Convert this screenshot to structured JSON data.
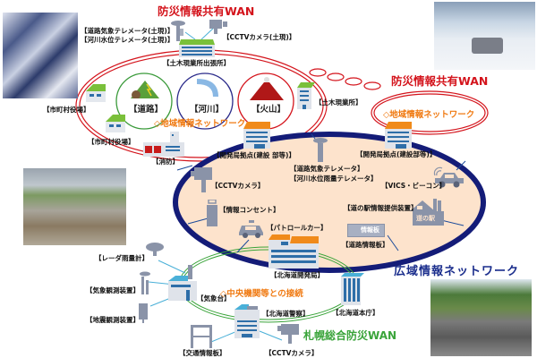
{
  "titles": {
    "wan_top": "防災情報共有WAN",
    "wan_right": "防災情報共有WAN",
    "regional_left": "◇地域情報ネットワーク",
    "regional_right": "◇地域情報ネットワーク",
    "wide_area": "広域情報ネットワーク",
    "central": "◇中央機関等との接続",
    "sapporo": "札幌総合防災WAN"
  },
  "categories": {
    "road": "【道路】",
    "river": "【河川】",
    "volcano": "【火山】"
  },
  "labels": {
    "road_weather_telemeter_top": "【道路気象テレメータ(土現)】",
    "river_level_telemeter_top": "【河川水位テレメータ(土現)】",
    "cctv_top": "【CCTVカメラ(土現)】",
    "civil_branch": "【土木現業所出張所】",
    "civil_office": "【土木現業所】",
    "municipal_1": "【市町村役場】",
    "municipal_2": "【市町村役場】",
    "fire": "【消防】",
    "dev_base_left": "【開発局拠点(建設 部等)】",
    "dev_base_right": "【開発局拠点(建設部等)】",
    "road_weather_telemeter": "【道路気象テレメータ】",
    "river_rain_telemeter": "【河川水位雨量テレメータ】",
    "cctv_ring": "【CCTVカメラ】",
    "info_outlet": "【情報コンセント】",
    "patrol_car": "【パトロールカー】",
    "vics": "【VICS・ビーコン】",
    "michi_no_eki_device": "【道の駅情報提供装置】",
    "michi_no_eki_sign": "道の駅",
    "road_info_board_sign": "情報板",
    "road_info_board": "【道路情報板】",
    "hokkaido_dev_bureau": "【北海道開発局】",
    "radar_rain_gauge": "【レーダ雨量計】",
    "weather_obs_device": "【気象観測装置】",
    "met_office": "【気象台】",
    "seismic_obs_device": "【地震観測装置】",
    "police": "【北海道警察】",
    "hokkaido_gov": "【北海道本庁】",
    "traffic_info_board": "【交通情報板】",
    "cctv_bottom": "【CCTVカメラ】"
  },
  "colors": {
    "wan_red": "#d4141c",
    "regional_orange": "#f07a12",
    "wide_navy": "#141c78",
    "ring_fill": "#fde3cc",
    "sapporo_green": "#3aa43a",
    "device_gray": "#8a93a8"
  }
}
